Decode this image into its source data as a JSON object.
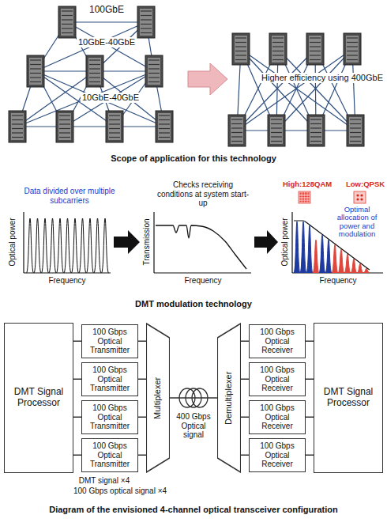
{
  "diagram": {
    "nodes": [
      {
        "text": [
          "DMT Signal Processor"
        ]
      },
      {
        "text": [
          "100 Gbps Optical Transmitter"
        ]
      },
      {
        "text": [
          "100 Gbps Optical Transmitter"
        ]
      },
      {
        "text": [
          "100 Gbps Optical Transmitter"
        ]
      },
      {
        "text": [
          "100 Gbps Optical Transmitter"
        ]
      },
      {
        "text": [
          "Multiplexer"
        ]
      },
      {
        "text": [
          "Demultiplexer"
        ]
      },
      {
        "text": [
          "100 Gbps Optical Receiver"
        ]
      },
      {
        "text": [
          "100 Gbps Optical Receiver"
        ]
      },
      {
        "text": [
          "100 Gbps Optical Receiver"
        ]
      },
      {
        "text": [
          "100 Gbps Optical Receiver"
        ]
      },
      {
        "text": [
          "DMT Signal Processor"
        ]
      }
    ],
    "edges": [
      {
        "from": 0,
        "to": 1,
        "arrow": "none"
      },
      {
        "from": 0,
        "to": 2,
        "arrow": "none"
      },
      {
        "from": 0,
        "to": 3,
        "arrow": "none"
      },
      {
        "from": 0,
        "to": 4,
        "arrow": "none"
      },
      {
        "from": 1,
        "to": 5,
        "arrow": "none"
      },
      {
        "from": 2,
        "to": 5,
        "arrow": "none"
      },
      {
        "from": 3,
        "to": 5,
        "arrow": "none"
      },
      {
        "from": 4,
        "to": 5,
        "arrow": "none"
      },
      {
        "from": 5,
        "to": 6,
        "label": "400 Gbps Optical signal",
        "arrow": "none"
      },
      {
        "from": 6,
        "to": 7,
        "arrow": "none"
      },
      {
        "from": 6,
        "to": 8,
        "arrow": "none"
      },
      {
        "from": 6,
        "to": 9,
        "arrow": "none"
      },
      {
        "from": 6,
        "to": 10,
        "arrow": "none"
      },
      {
        "from": 7,
        "to": 11,
        "arrow": "none"
      },
      {
        "from": 8,
        "to": 11,
        "arrow": "none"
      },
      {
        "from": 9,
        "to": 11,
        "arrow": "none"
      },
      {
        "from": 10,
        "to": 11,
        "arrow": "none"
      }
    ],
    "labels": [
      "100GbE",
      "10GbE-40GbE",
      "10GbE-40GbE",
      "Higher efficiency using 400GbE",
      "Scope of application for this technology",
      "Data divided over multiple subcarriers",
      "Optical power",
      "Frequency",
      "Checks receiving conditions at system start-up",
      "Transmission",
      "Frequency",
      "High:128QAM",
      "Low:QPSK",
      "Optimal allocation of power and modulation",
      "Optical power",
      "Frequency",
      "DMT modulation technology",
      "DMT signal ×4",
      "100 Gbps optical signal ×4",
      "Diagram of the envisioned 4-channel optical transceiver configuration"
    ]
  }
}
